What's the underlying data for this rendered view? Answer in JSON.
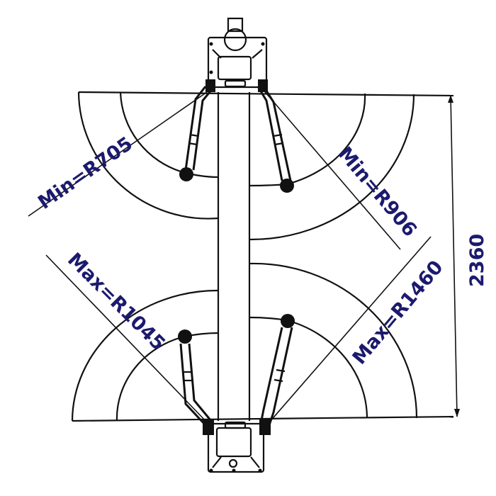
{
  "diagram": {
    "subject": "two-post lift top view with arm swing radii",
    "colors": {
      "line": "#111111",
      "label": "#1c1a6e",
      "background": "#ffffff"
    },
    "labels": {
      "min_left": "Min=R705",
      "min_right": "Min=R906",
      "max_left": "Max=R1045",
      "max_right": "Max=R1460",
      "overall_height": "2360"
    },
    "dimensions": {
      "overall_height_mm": 2360,
      "min_radius_short_arm_mm": 705,
      "min_radius_long_arm_mm": 906,
      "max_radius_short_arm_mm": 1045,
      "max_radius_long_arm_mm": 1460
    },
    "components": [
      "top-post",
      "bottom-post",
      "lift-arm-top-left",
      "lift-arm-top-right",
      "lift-arm-bottom-left",
      "lift-arm-bottom-right",
      "center-column",
      "dimension-line"
    ]
  }
}
